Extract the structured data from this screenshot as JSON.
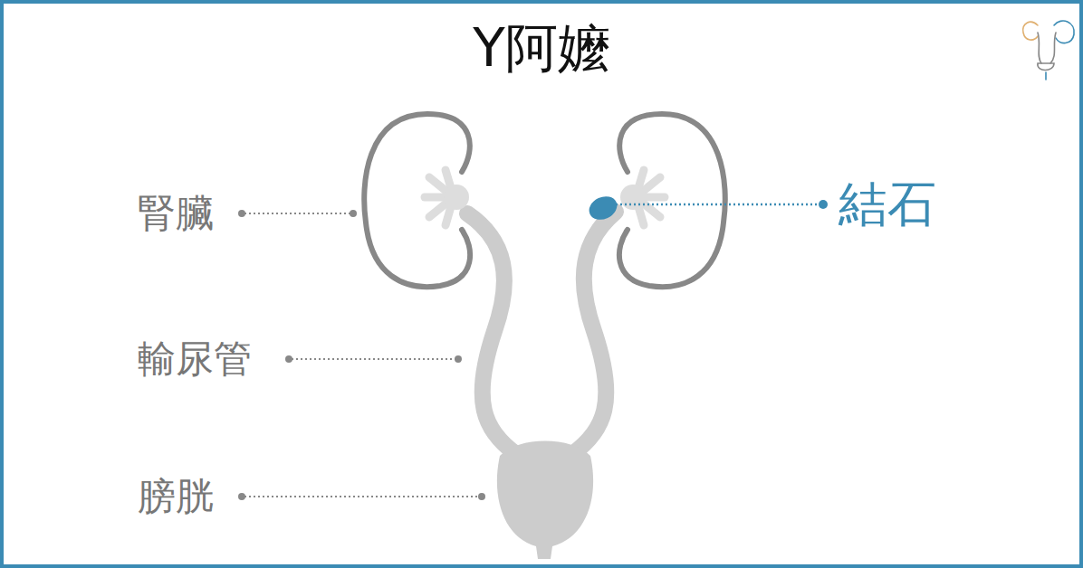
{
  "diagram": {
    "title": "Y阿嬤",
    "labels": [
      "腎臟",
      "輸尿管",
      "膀胱",
      "結石"
    ]
  }
}
